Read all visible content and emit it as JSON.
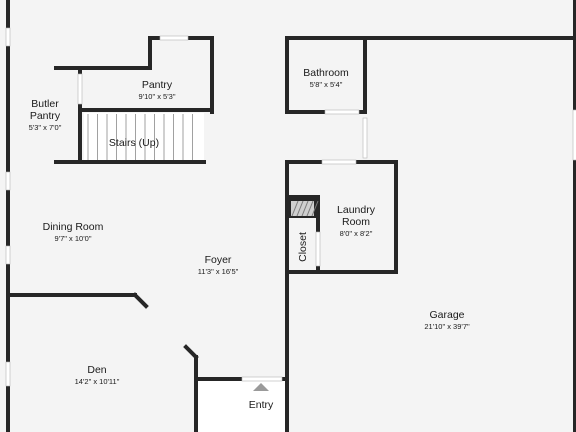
{
  "plan": {
    "colors": {
      "wall": "#262626",
      "floor": "#f4f4f4",
      "window": "#ffffff",
      "entry_arrow": "#9a9a9a",
      "vent": "#7a7a7a"
    },
    "rooms": [
      {
        "id": "pantry",
        "name": "Pantry",
        "size": "9'10\" x 5'3\""
      },
      {
        "id": "butler",
        "name": [
          "Butler",
          "Pantry"
        ],
        "size": "5'3\" x 7'0\""
      },
      {
        "id": "stairs",
        "name": "Stairs (Up)",
        "size": ""
      },
      {
        "id": "bathroom",
        "name": "Bathroom",
        "size": "5'8\" x 5'4\""
      },
      {
        "id": "laundry",
        "name": [
          "Laundry",
          "Room"
        ],
        "size": "8'0\" x 8'2\""
      },
      {
        "id": "closet",
        "name": "Closet",
        "size": ""
      },
      {
        "id": "dining",
        "name": "Dining Room",
        "size": "9'7\" x 10'0\""
      },
      {
        "id": "foyer",
        "name": "Foyer",
        "size": "11'3\" x 16'5\""
      },
      {
        "id": "garage",
        "name": "Garage",
        "size": "21'10\" x 39'7\""
      },
      {
        "id": "den",
        "name": "Den",
        "size": "14'2\" x 10'11\""
      },
      {
        "id": "entry",
        "name": "Entry",
        "size": ""
      }
    ]
  }
}
